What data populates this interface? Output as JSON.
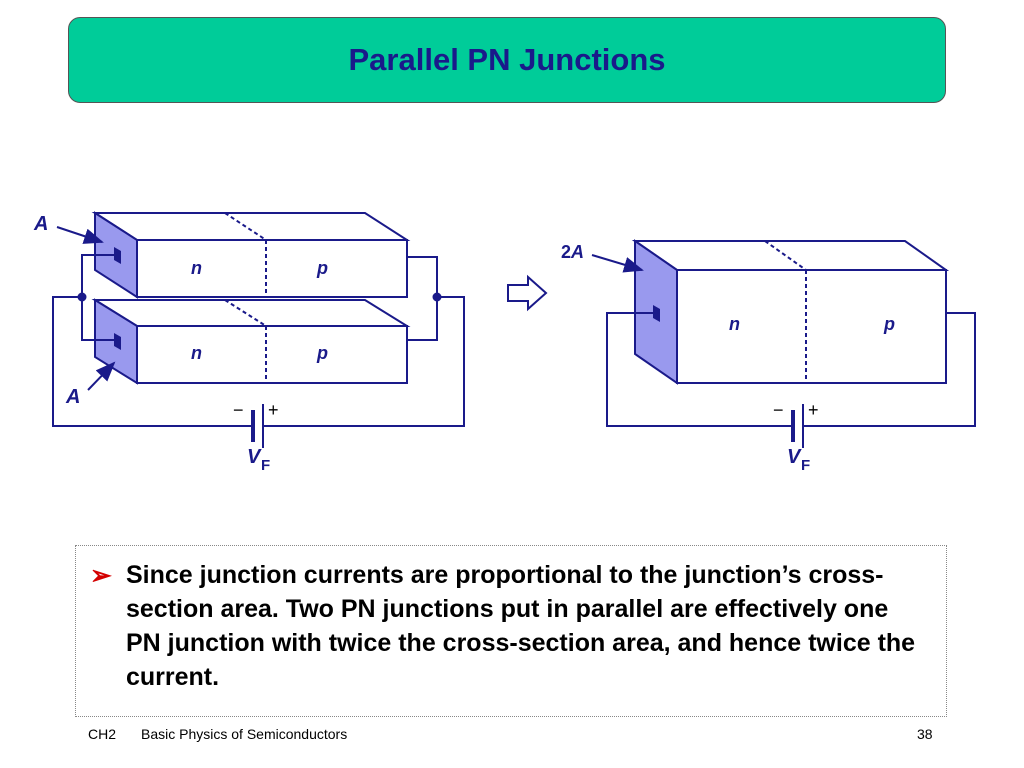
{
  "title": "Parallel PN Junctions",
  "diagram": {
    "left": {
      "area_label_top": "A",
      "area_label_bottom": "A",
      "n_label": "n",
      "p_label": "p",
      "voltage_label": "V",
      "voltage_sub": "F",
      "minus": "−",
      "plus": "+"
    },
    "right": {
      "area_label_prefix": "2",
      "area_label": "A",
      "n_label": "n",
      "p_label": "p",
      "voltage_label": "V",
      "voltage_sub": "F",
      "minus": "−",
      "plus": "+"
    },
    "colors": {
      "line": "#1a1a8a",
      "face": "#9999ee",
      "accent": "#d40000"
    }
  },
  "bullet": {
    "text": "Since junction currents are proportional to the junction’s cross-section area.  Two PN junctions put in parallel are effectively one PN junction with twice the cross-section area, and hence twice the current."
  },
  "footer": {
    "chapter": "CH2",
    "course": "Basic Physics of Semiconductors",
    "page": "38"
  }
}
